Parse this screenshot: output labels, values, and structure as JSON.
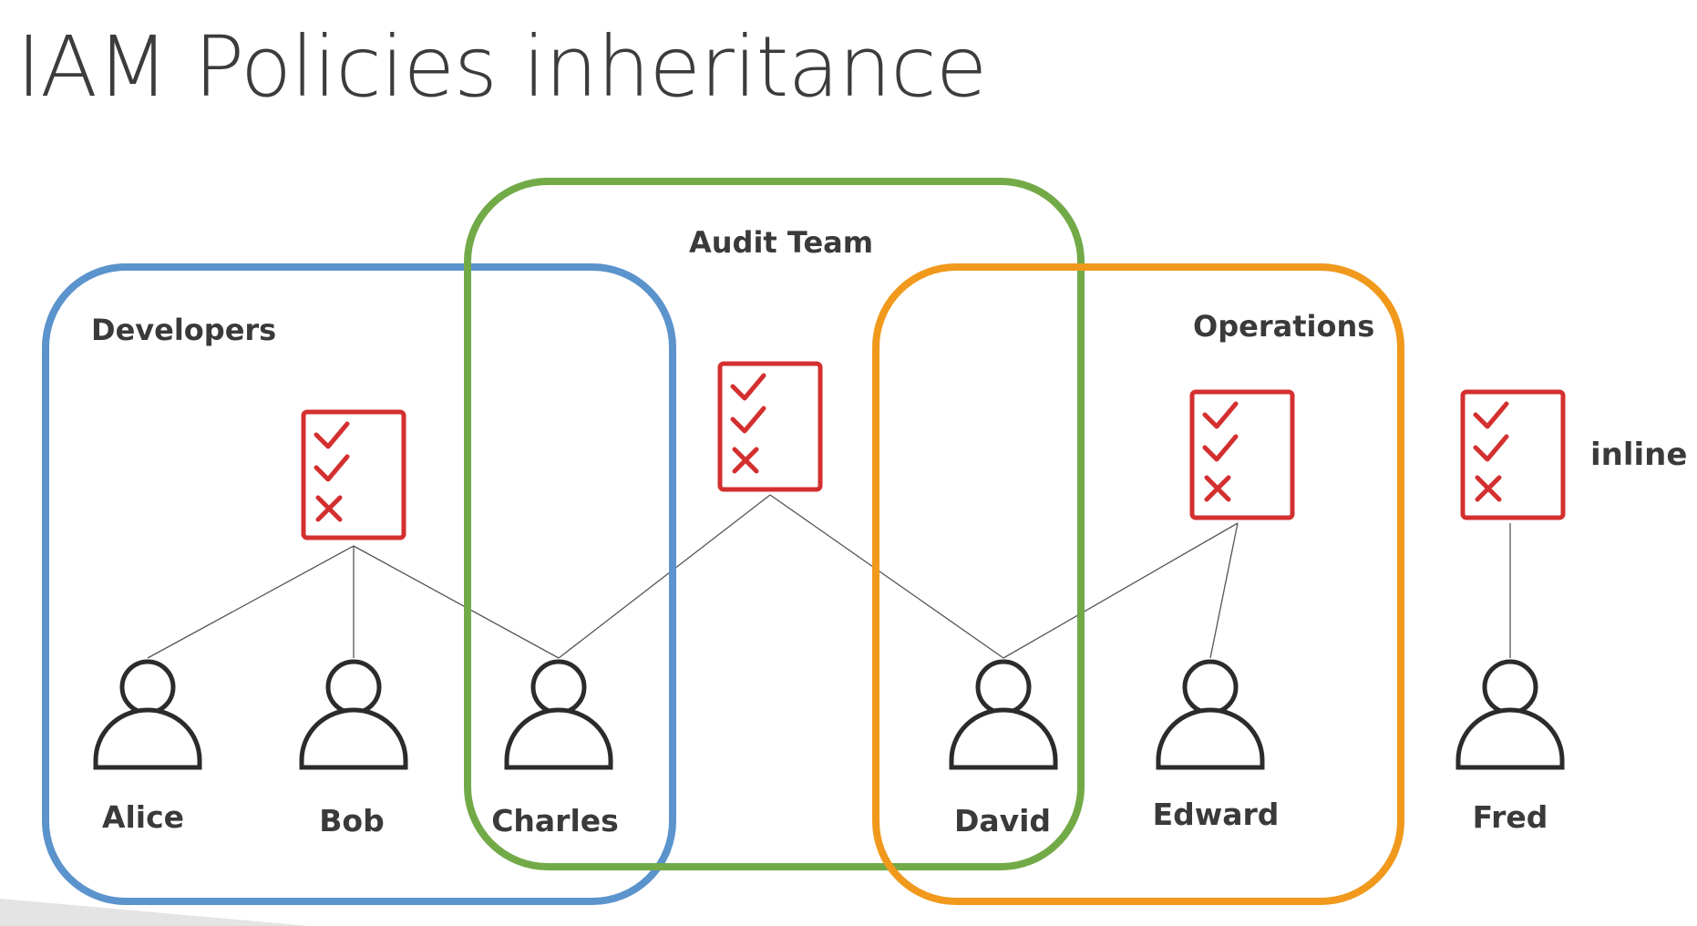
{
  "title": "IAM Policies inheritance",
  "colors": {
    "developers": "#5b93cc",
    "audit_team": "#72aa48",
    "operations": "#f0991c",
    "policy": "#d42f2f",
    "user_icon": "#2b2b2b",
    "connector": "#555555"
  },
  "groups": [
    {
      "id": "developers",
      "label": "Developers"
    },
    {
      "id": "audit_team",
      "label": "Audit Team"
    },
    {
      "id": "operations",
      "label": "Operations"
    }
  ],
  "users": [
    {
      "id": "alice",
      "label": "Alice"
    },
    {
      "id": "bob",
      "label": "Bob"
    },
    {
      "id": "charles",
      "label": "Charles"
    },
    {
      "id": "david",
      "label": "David"
    },
    {
      "id": "edward",
      "label": "Edward"
    },
    {
      "id": "fred",
      "label": "Fred"
    }
  ],
  "policies": [
    {
      "id": "developers_policy",
      "icon": "policy-document-icon",
      "attached_to": [
        "alice",
        "bob",
        "charles"
      ]
    },
    {
      "id": "audit_team_policy",
      "icon": "policy-document-icon",
      "attached_to": [
        "charles",
        "david"
      ]
    },
    {
      "id": "operations_policy",
      "icon": "policy-document-icon",
      "attached_to": [
        "david",
        "edward"
      ]
    },
    {
      "id": "inline_policy",
      "icon": "policy-document-icon",
      "attached_to": [
        "fred"
      ]
    }
  ],
  "inline_label": "inline"
}
